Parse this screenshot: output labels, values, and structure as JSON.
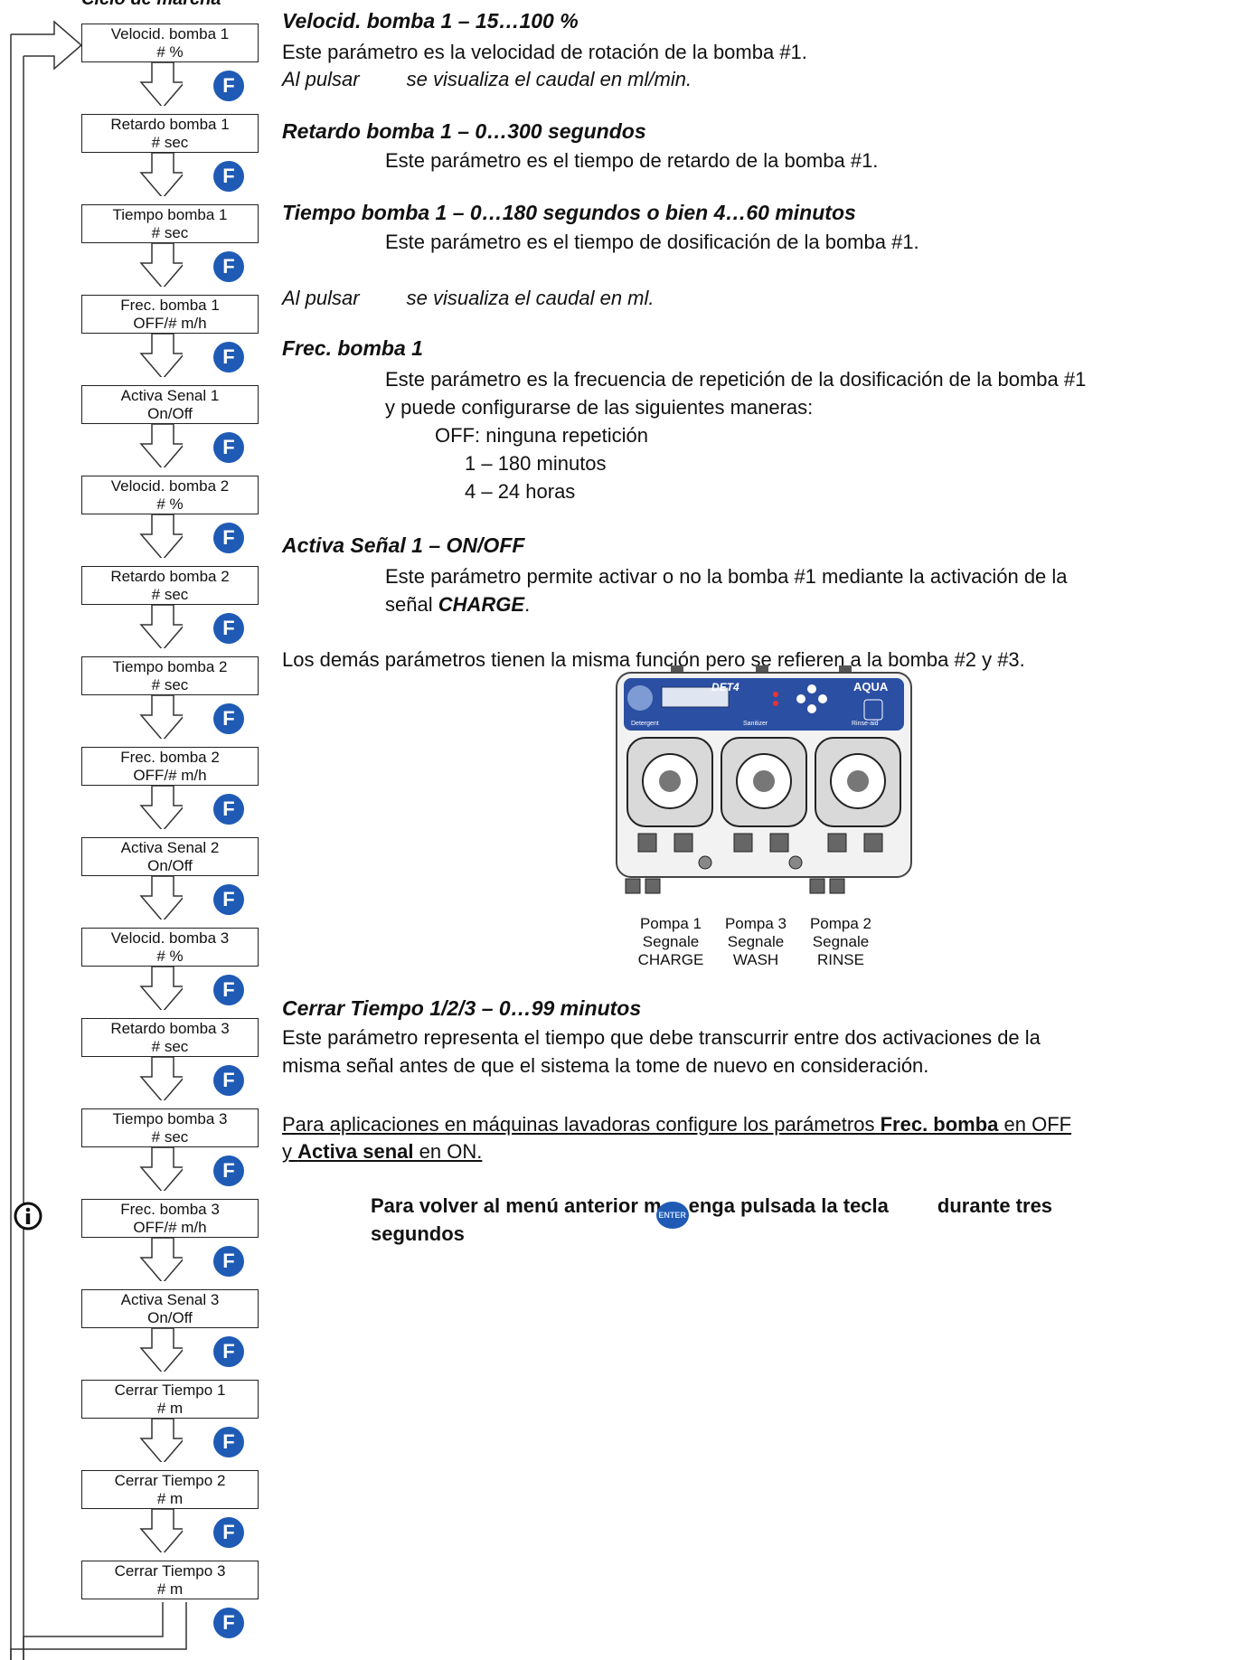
{
  "cut_heading": "Ciclo de marcha",
  "menu_items": [
    {
      "l1": "Velocid. bomba 1",
      "l2": "# %"
    },
    {
      "l1": "Retardo bomba 1",
      "l2": "# sec"
    },
    {
      "l1": "Tiempo bomba 1",
      "l2": "# sec"
    },
    {
      "l1": "Frec. bomba 1",
      "l2": "OFF/# m/h"
    },
    {
      "l1": "Activa Senal 1",
      "l2": "On/Off"
    },
    {
      "l1": "Velocid. bomba 2",
      "l2": "# %"
    },
    {
      "l1": "Retardo bomba 2",
      "l2": "# sec"
    },
    {
      "l1": "Tiempo bomba 2",
      "l2": "# sec"
    },
    {
      "l1": "Frec. bomba 2",
      "l2": "OFF/# m/h"
    },
    {
      "l1": "Activa Senal 2",
      "l2": "On/Off"
    },
    {
      "l1": "Velocid. bomba 3",
      "l2": "# %"
    },
    {
      "l1": "Retardo bomba 3",
      "l2": "# sec"
    },
    {
      "l1": "Tiempo bomba 3",
      "l2": "# sec"
    },
    {
      "l1": "Frec. bomba 3",
      "l2": "OFF/# m/h"
    },
    {
      "l1": "Activa Senal 3",
      "l2": "On/Off"
    },
    {
      "l1": "Cerrar Tiempo 1",
      "l2": "# m"
    },
    {
      "l1": "Cerrar Tiempo  2",
      "l2": "# m"
    },
    {
      "l1": "Cerrar Tiempo  3",
      "l2": "# m"
    }
  ],
  "f_key": "F",
  "info_symbol": "i",
  "sections": {
    "s1_title": "Velocid. bomba 1  – 15…100 %",
    "s1_p1": "Este parámetro es la velocidad de rotación de la bomba #1.",
    "s1_p2a": "Al pulsar",
    "s1_p2b": "se visualiza el caudal en ml/min.",
    "s2_title": "Retardo bomba 1 – 0…300 segundos",
    "s2_p1": "Este parámetro es el tiempo de retardo de la bomba #1.",
    "s3_title": "Tiempo bomba 1 – 0…180 segundos o bien 4…60 minutos",
    "s3_p1": "Este parámetro es el tiempo de dosificación de la bomba #1.",
    "s3_p2a": "Al pulsar",
    "s3_p2b": "se visualiza el caudal en ml.",
    "s4_title": "Frec. bomba 1",
    "s4_p1": "Este parámetro es la frecuencia de repetición de la dosificación de la bomba #1",
    "s4_p2": "y puede configurarse de las siguientes maneras:",
    "s4_o1": "OFF: ninguna repetición",
    "s4_o2": "1 – 180 minutos",
    "s4_o3": "4 – 24 horas",
    "s5_title": "Activa Señal 1  – ON/OFF",
    "s5_p1": "Este parámetro permite activar o no la bomba #1 mediante la activación de la",
    "s5_p2a": "señal ",
    "s5_p2b": "CHARGE",
    "s5_p2c": ".",
    "s6_p1": "Los demás parámetros tienen la misma función pero se refieren a la bomba #2 y #3.",
    "s7_title": "Cerrar Tiempo 1/2/3 – 0…99 minutos",
    "s7_p1": "Este parámetro representa el tiempo que debe transcurrir entre dos activaciones de la",
    "s7_p2": "misma señal antes de que el sistema la tome de nuevo en consideración.",
    "s8_p1a": "Para aplicaciones en máquinas lavadoras configure los parámetros ",
    "s8_p1b": "Frec. bomba",
    "s8_p1c": " en OFF",
    "s8_p2a": "y  ",
    "s8_p2b": "Activa senal",
    "s8_p2c": " en ON.",
    "note_a": "Para volver al menú anterior m",
    "note_badge": "ENTER",
    "note_b": "enga pulsada la tecla",
    "note_c": "durante tres",
    "note_d": "segundos"
  },
  "device": {
    "model": "DET4",
    "brand": "AQUA",
    "panel_labels": [
      "Detergent",
      "Sanitizer",
      "Rinse-aid"
    ],
    "captions": [
      {
        "l1": "Pompa 1",
        "l2": "Segnale",
        "l3": "CHARGE"
      },
      {
        "l1": "Pompa 3",
        "l2": "Segnale",
        "l3": "WASH"
      },
      {
        "l1": "Pompa 2",
        "l2": "Segnale",
        "l3": "RINSE"
      }
    ]
  },
  "colors": {
    "f_badge": "#1f5bb5",
    "device_panel": "#2b4fa3"
  }
}
